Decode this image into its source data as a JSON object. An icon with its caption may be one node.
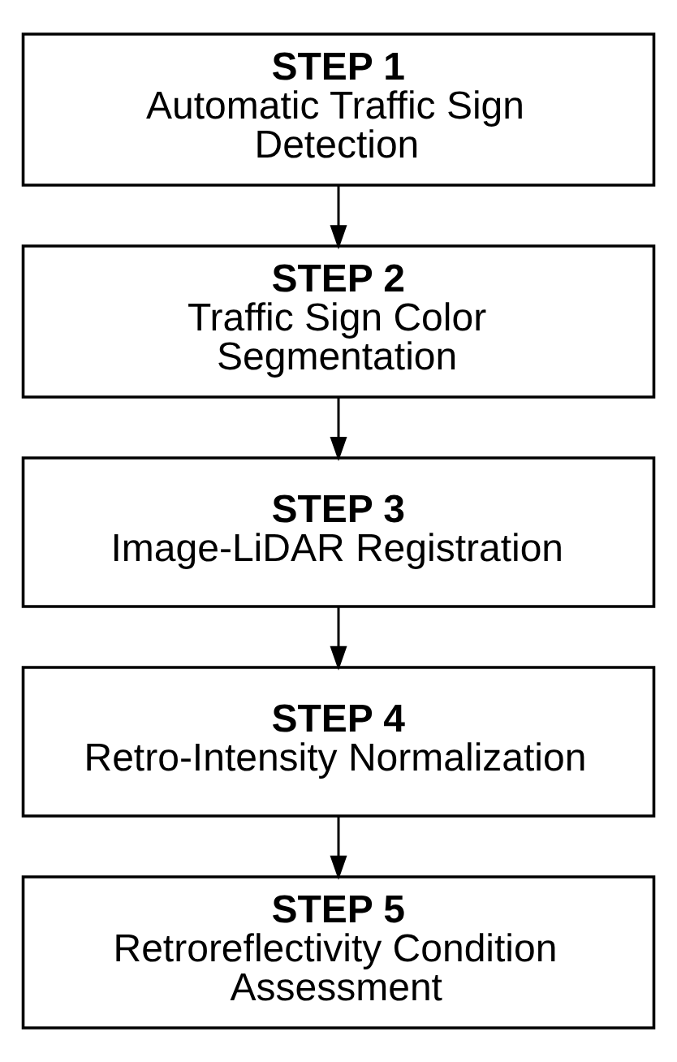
{
  "diagram": {
    "nodes": [
      {
        "text": [
          "STEP 1",
          "Automatic Traffic Sign Detection"
        ]
      },
      {
        "text": [
          "STEP 2",
          "Traffic Sign Color Segmentation"
        ]
      },
      {
        "text": [
          "STEP 3",
          "Image-LiDAR Registration"
        ]
      },
      {
        "text": [
          "STEP 4",
          "Retro-Intensity Normalization"
        ]
      },
      {
        "text": [
          "STEP 5",
          "Retroreflectivity Condition Assessment"
        ]
      }
    ],
    "edges": [
      {
        "from": 0,
        "to": 1,
        "arrow": "to"
      },
      {
        "from": 1,
        "to": 2,
        "arrow": "to"
      },
      {
        "from": 2,
        "to": 3,
        "arrow": "to"
      },
      {
        "from": 3,
        "to": 4,
        "arrow": "to"
      }
    ]
  }
}
